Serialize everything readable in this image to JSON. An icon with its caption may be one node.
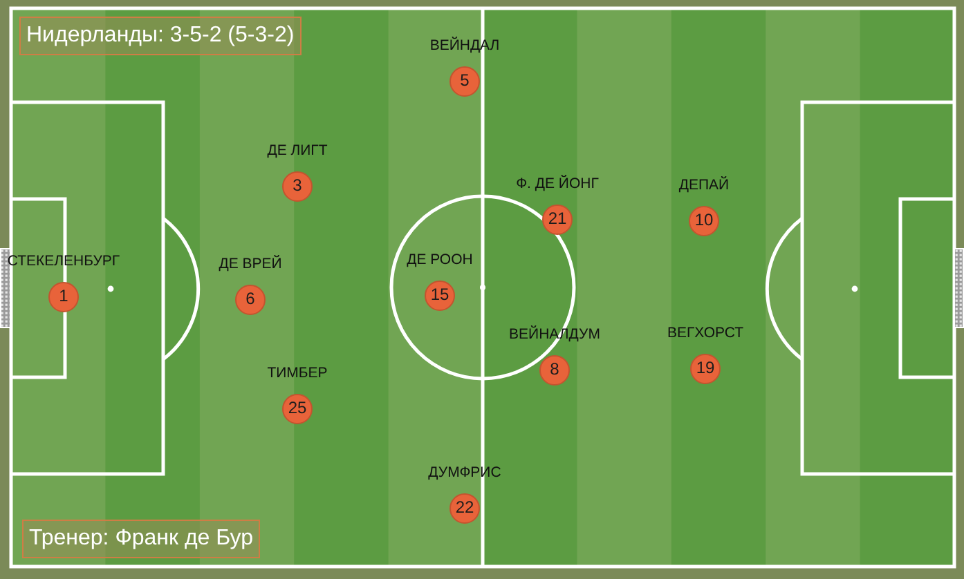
{
  "diagram": {
    "title": "Нидерланды: 3-5-2 (5-3-2)",
    "caption": "Тренер: Франк де Бур",
    "nodes": [
      {
        "text": [
          "ВЕЙНДАЛ",
          "5"
        ]
      },
      {
        "text": [
          "ДЕ ЛИГТ",
          "3"
        ]
      },
      {
        "text": [
          "Ф. ДЕ ЙОНГ",
          "21"
        ]
      },
      {
        "text": [
          "ДЕПАЙ",
          "10"
        ]
      },
      {
        "text": [
          "СТЕКЕЛЕНБУРГ",
          "1"
        ]
      },
      {
        "text": [
          "ДЕ ВРЕЙ",
          "6"
        ]
      },
      {
        "text": [
          "ДЕ РООН",
          "15"
        ]
      },
      {
        "text": [
          "ВЕЙНАЛДУМ",
          "8"
        ]
      },
      {
        "text": [
          "ВЕГХОРСТ",
          "19"
        ]
      },
      {
        "text": [
          "ТИМБЕР",
          "25"
        ]
      },
      {
        "text": [
          "ДУМФРИС",
          "22"
        ]
      }
    ]
  }
}
